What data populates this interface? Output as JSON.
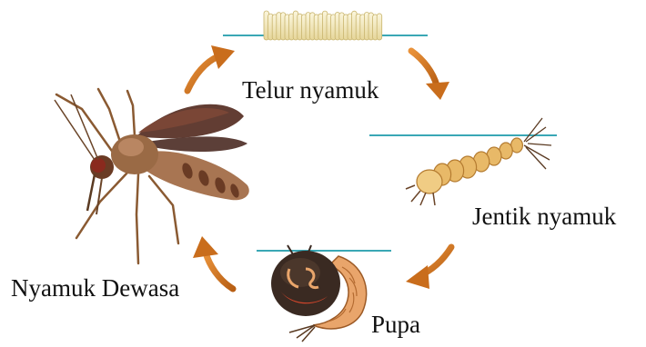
{
  "diagram": {
    "stages": {
      "eggs": {
        "label": "Telur nyamuk",
        "icon": "mosquito-egg-raft-icon"
      },
      "larva": {
        "label": "Jentik nyamuk",
        "icon": "mosquito-larva-icon"
      },
      "pupa": {
        "label": "Pupa",
        "icon": "mosquito-pupa-icon"
      },
      "adult": {
        "label": "Nyamuk Dewasa",
        "icon": "adult-mosquito-icon"
      }
    },
    "colors": {
      "arrow": "#d0761f",
      "water_line": "#3aa7b5",
      "egg_fill": "#f5ecc0",
      "larva_fill": "#e8b968",
      "pupa_head": "#3a2a22",
      "pupa_body": "#e9a56b",
      "mosquito_body": "#9a6a45",
      "mosquito_wing": "#5a3328"
    }
  }
}
